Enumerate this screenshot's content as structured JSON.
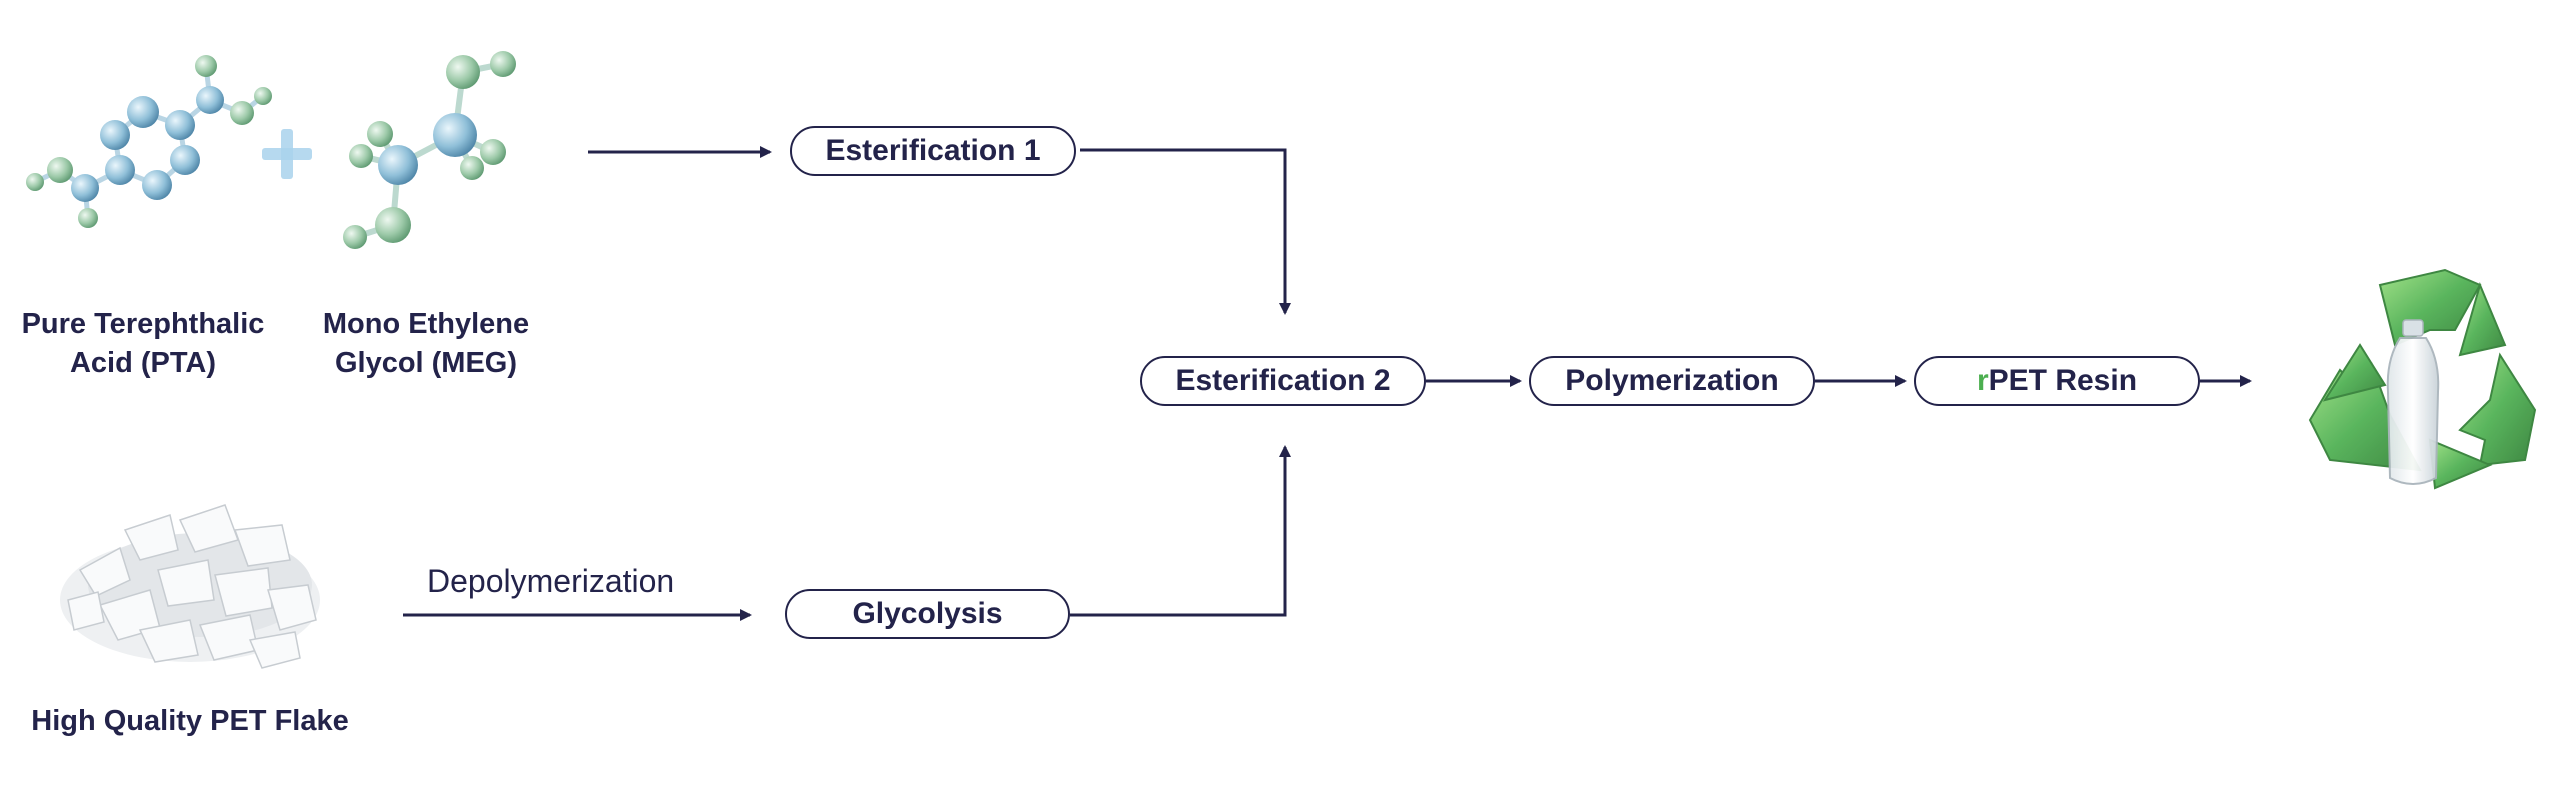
{
  "inputs": {
    "pta_label": [
      "Pure Terephthalic",
      "Acid (PTA)"
    ],
    "meg_label": [
      "Mono Ethylene",
      "Glycol (MEG)"
    ],
    "flake_label": "High Quality PET Flake",
    "pta_icon": "pta-molecule-icon",
    "meg_icon": "meg-molecule-icon",
    "plus_icon": "plus-icon",
    "flake_icon": "pet-flake-icon"
  },
  "edge_labels": {
    "depolymerization": "Depolymerization"
  },
  "nodes": {
    "esterification1": "Esterification 1",
    "esterification2": "Esterification 2",
    "polymerization": "Polymerization",
    "glycolysis": "Glycolysis",
    "rpet_prefix": "r",
    "rpet_rest": "PET Resin"
  },
  "output": {
    "icon": "recycle-bottle-icon"
  },
  "colors": {
    "ink": "#23234a",
    "accent_green": "#4caf50",
    "molecule_blue": "#8fbfd8",
    "molecule_green": "#9cc9a8",
    "plus_blue": "#a9d2ec",
    "recycle_green": "#4caf50"
  }
}
